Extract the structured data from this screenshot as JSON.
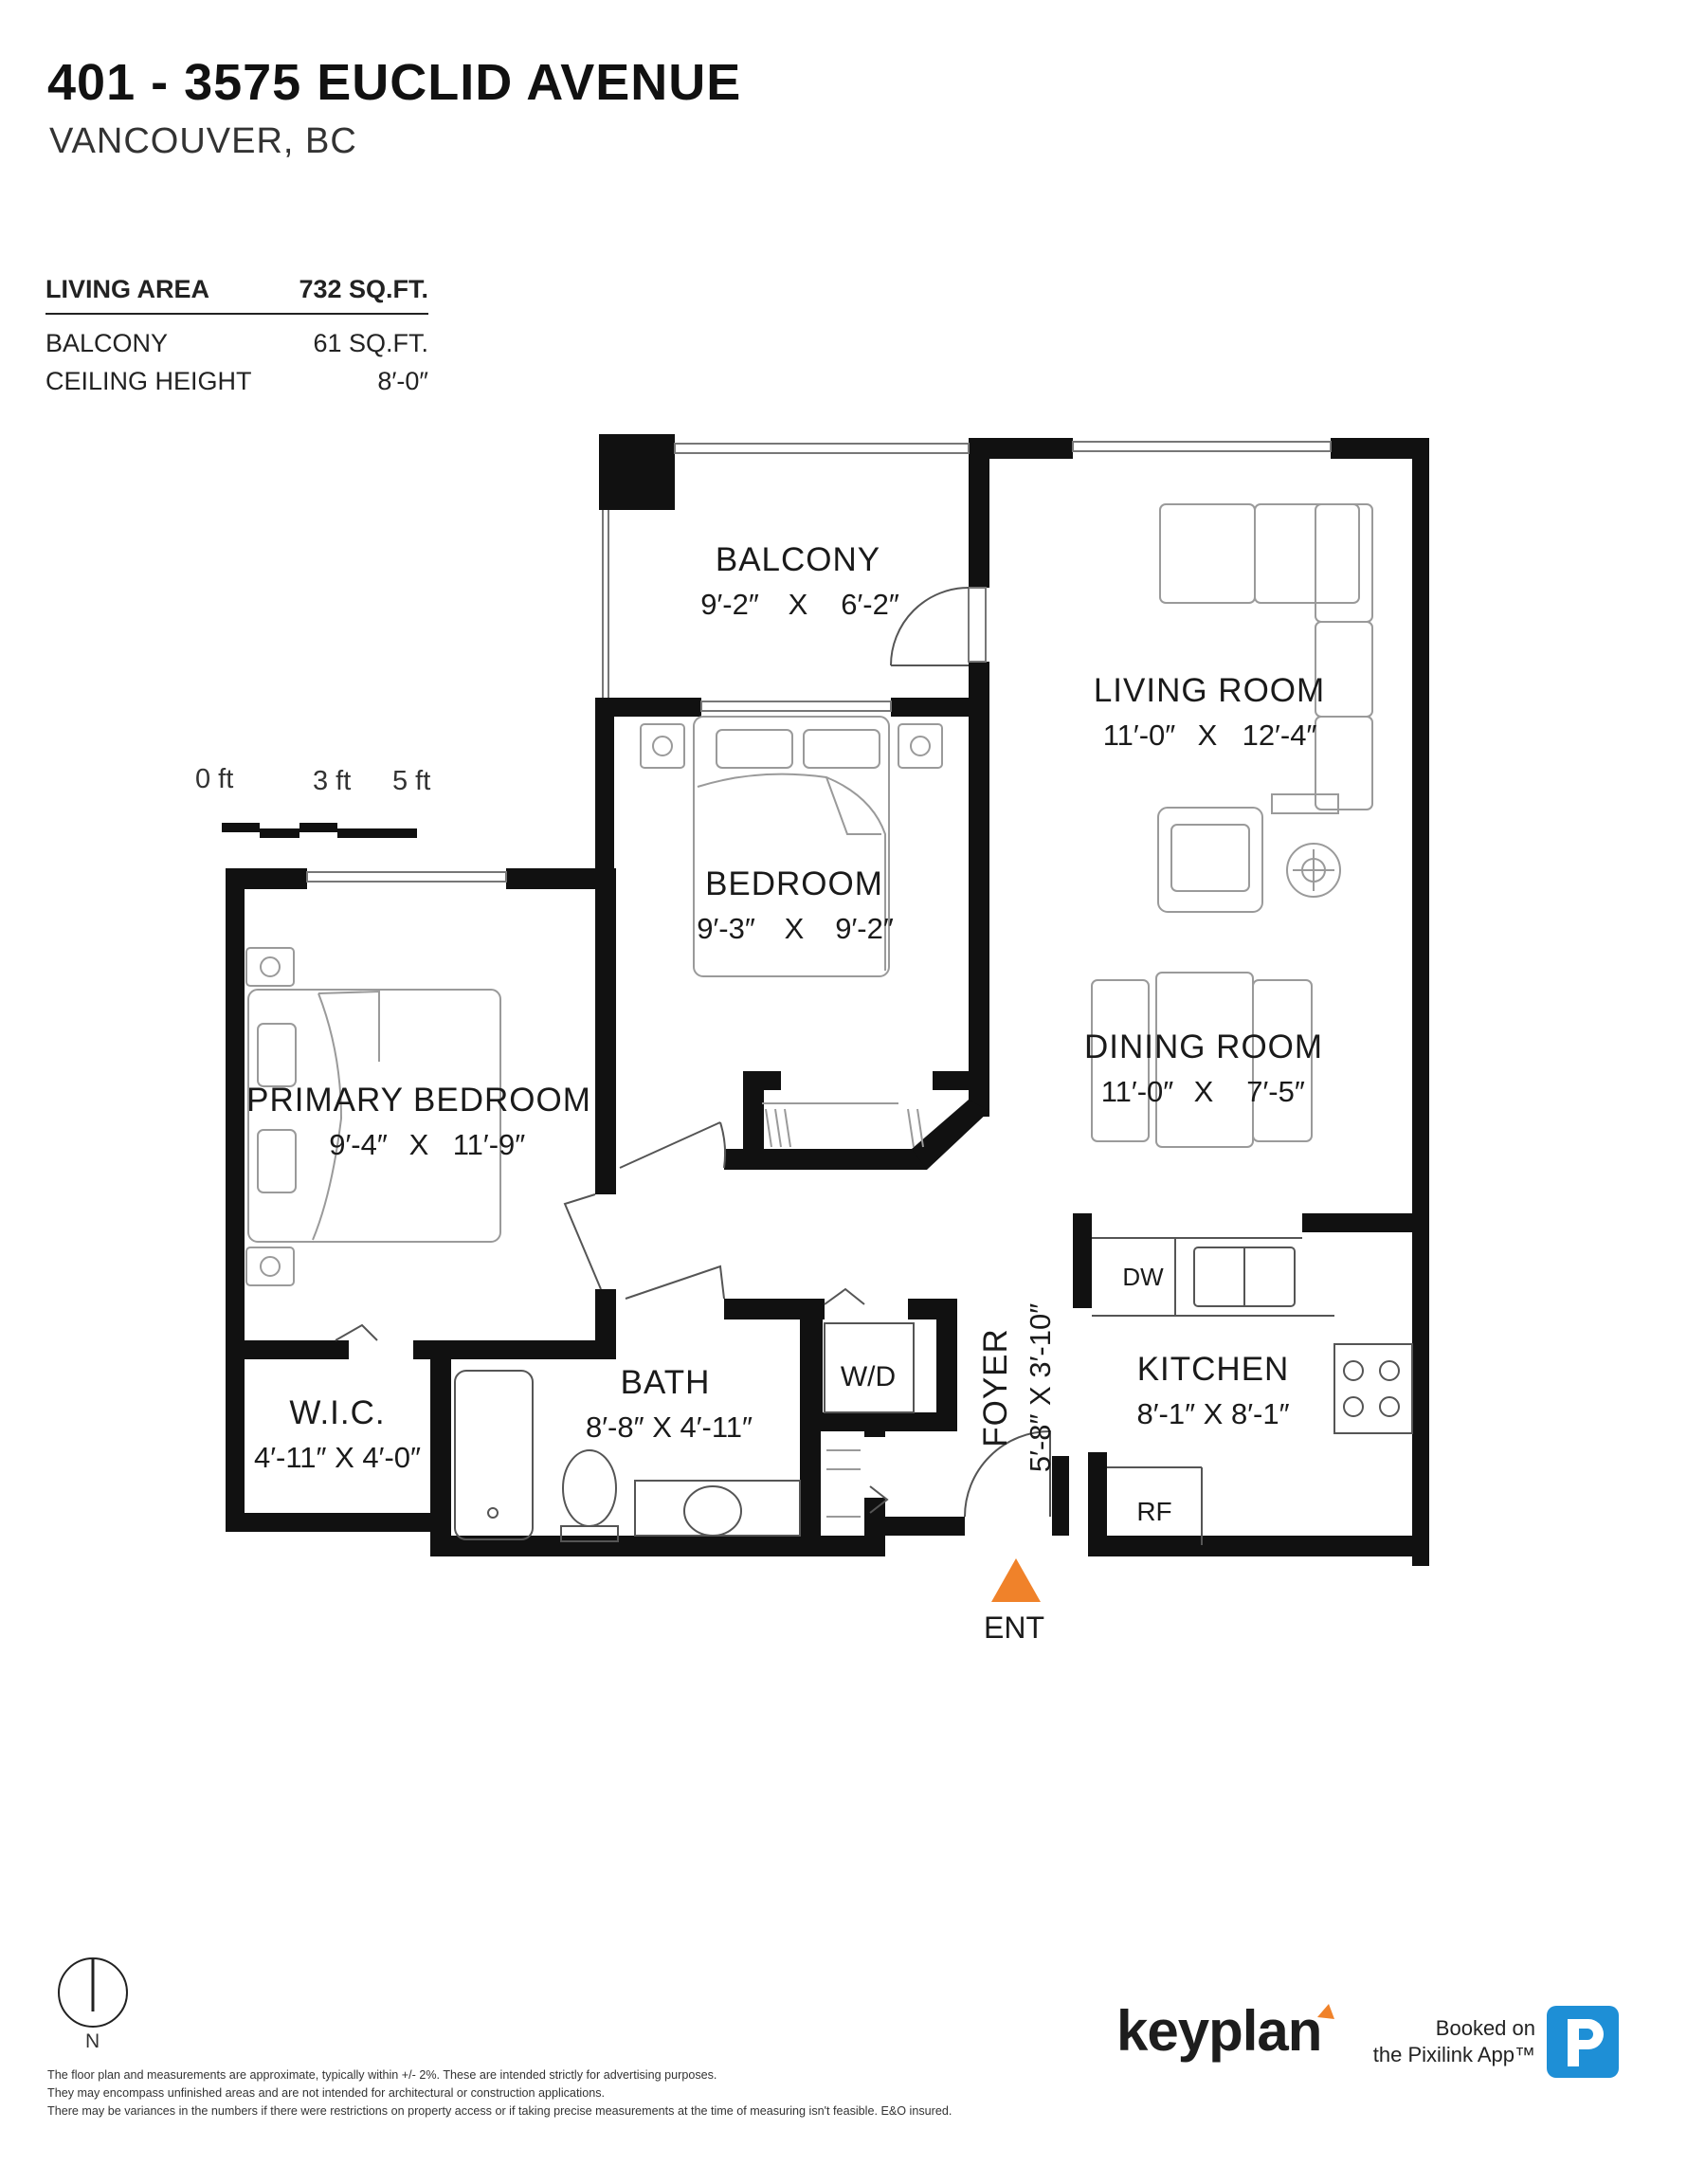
{
  "header": {
    "address": "401 - 3575 EUCLID AVENUE",
    "city": "VANCOUVER, BC"
  },
  "area_table": {
    "living_label": "LIVING AREA",
    "living_value": "732 SQ.FT.",
    "balcony_label": "BALCONY",
    "balcony_value": "61 SQ.FT.",
    "ceiling_label": "CEILING HEIGHT",
    "ceiling_value": "8′-0″"
  },
  "scale": {
    "label_0": "0 ft",
    "label_3": "3 ft",
    "label_5": "5 ft"
  },
  "rooms": {
    "balcony": {
      "name": "BALCONY",
      "w": "9′-2″",
      "x": "X",
      "h": "6′-2″"
    },
    "living": {
      "name": "LIVING ROOM",
      "w": "11′-0″",
      "x": "X",
      "h": "12′-4″"
    },
    "bedroom": {
      "name": "BEDROOM",
      "w": "9′-3″",
      "x": "X",
      "h": "9′-2″"
    },
    "dining": {
      "name": "DINING ROOM",
      "w": "11′-0″",
      "x": "X",
      "h": "7′-5″"
    },
    "primary": {
      "name": "PRIMARY BEDROOM",
      "w": "9′-4″",
      "x": "X",
      "h": "11′-9″"
    },
    "wic": {
      "name": "W.I.C.",
      "dims": "4′-11″ X 4′-0″"
    },
    "bath": {
      "name": "BATH",
      "dims": "8′-8″ X 4′-11″"
    },
    "foyer": {
      "name": "FOYER",
      "dims": "5′-8″ X 3′-10″"
    },
    "kitchen": {
      "name": "KITCHEN",
      "dims": "8′-1″ X 8′-1″"
    },
    "laundry": "W/D",
    "dishwasher": "DW",
    "fridge": "RF",
    "entrance": "ENT"
  },
  "north_label": "N",
  "disclaimer": [
    "The floor plan and measurements are approximate, typically within +/- 2%. These are intended strictly for advertising purposes.",
    "They may encompass unfinished areas and are not intended for architectural or construction applications.",
    "There may be variances in the numbers if there were restrictions on property access or if taking precise measurements at the time of measuring isn't feasible. E&O insured."
  ],
  "branding": {
    "logo": "keyplan",
    "booked_line1": "Booked on",
    "booked_line2": "the Pixilink App™",
    "badge_letter": "p"
  },
  "colors": {
    "wall": "#111111",
    "entrance_marker": "#f0822a",
    "pixilink_badge": "#1e8fd6",
    "keyplan_accent": "#f0822a"
  }
}
